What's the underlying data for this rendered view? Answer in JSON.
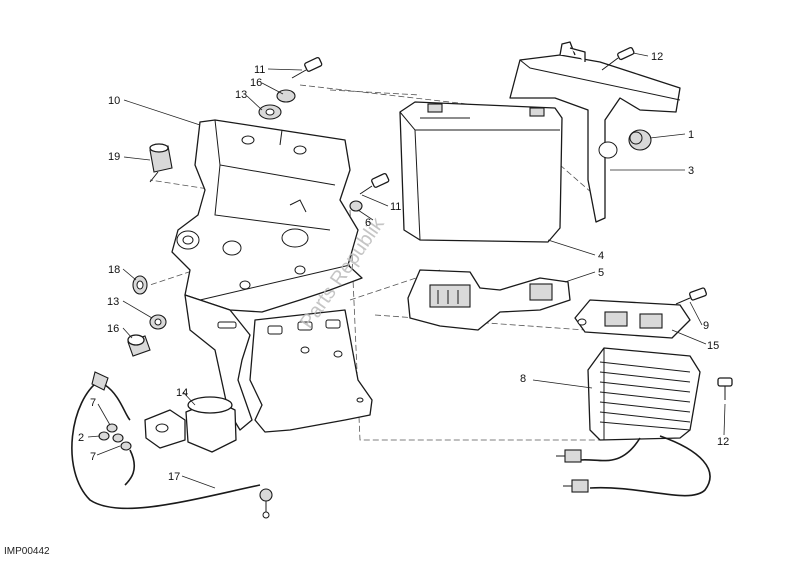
{
  "drawing_code": "IMP00442",
  "watermark": "Parts Republik",
  "callouts": [
    {
      "id": "c1",
      "label": "1"
    },
    {
      "id": "c2",
      "label": "2"
    },
    {
      "id": "c3",
      "label": "3"
    },
    {
      "id": "c4",
      "label": "4"
    },
    {
      "id": "c5",
      "label": "5"
    },
    {
      "id": "c6",
      "label": "6"
    },
    {
      "id": "c7a",
      "label": "7"
    },
    {
      "id": "c7b",
      "label": "7"
    },
    {
      "id": "c8",
      "label": "8"
    },
    {
      "id": "c9",
      "label": "9"
    },
    {
      "id": "c10",
      "label": "10"
    },
    {
      "id": "c11a",
      "label": "11"
    },
    {
      "id": "c11b",
      "label": "11"
    },
    {
      "id": "c12a",
      "label": "12"
    },
    {
      "id": "c12b",
      "label": "12"
    },
    {
      "id": "c13a",
      "label": "13"
    },
    {
      "id": "c13b",
      "label": "13"
    },
    {
      "id": "c14",
      "label": "14"
    },
    {
      "id": "c15",
      "label": "15"
    },
    {
      "id": "c16a",
      "label": "16"
    },
    {
      "id": "c16b",
      "label": "16"
    },
    {
      "id": "c17",
      "label": "17"
    },
    {
      "id": "c18",
      "label": "18"
    },
    {
      "id": "c19",
      "label": "19"
    }
  ]
}
